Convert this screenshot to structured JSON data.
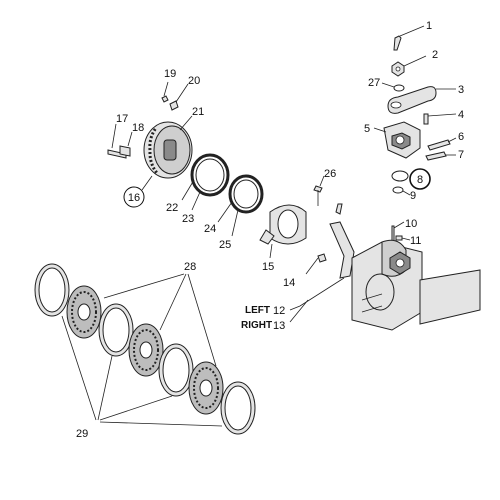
{
  "diagram": {
    "callouts": {
      "c1": "1",
      "c2": "2",
      "c3": "3",
      "c4": "4",
      "c5": "5",
      "c6": "6",
      "c7": "7",
      "c8": "8",
      "c9": "9",
      "c10": "10",
      "c11": "11",
      "c12": "12",
      "c13": "13",
      "c14": "14",
      "c15": "15",
      "c16": "16",
      "c17": "17",
      "c18": "18",
      "c19": "19",
      "c20": "20",
      "c21": "21",
      "c22": "22",
      "c23": "23",
      "c24": "24",
      "c25": "25",
      "c26": "26",
      "c27": "27",
      "c28": "28",
      "c29": "29"
    },
    "side_labels": {
      "left": "LEFT",
      "right": "RIGHT"
    },
    "highlight_color": "#d0202a"
  }
}
